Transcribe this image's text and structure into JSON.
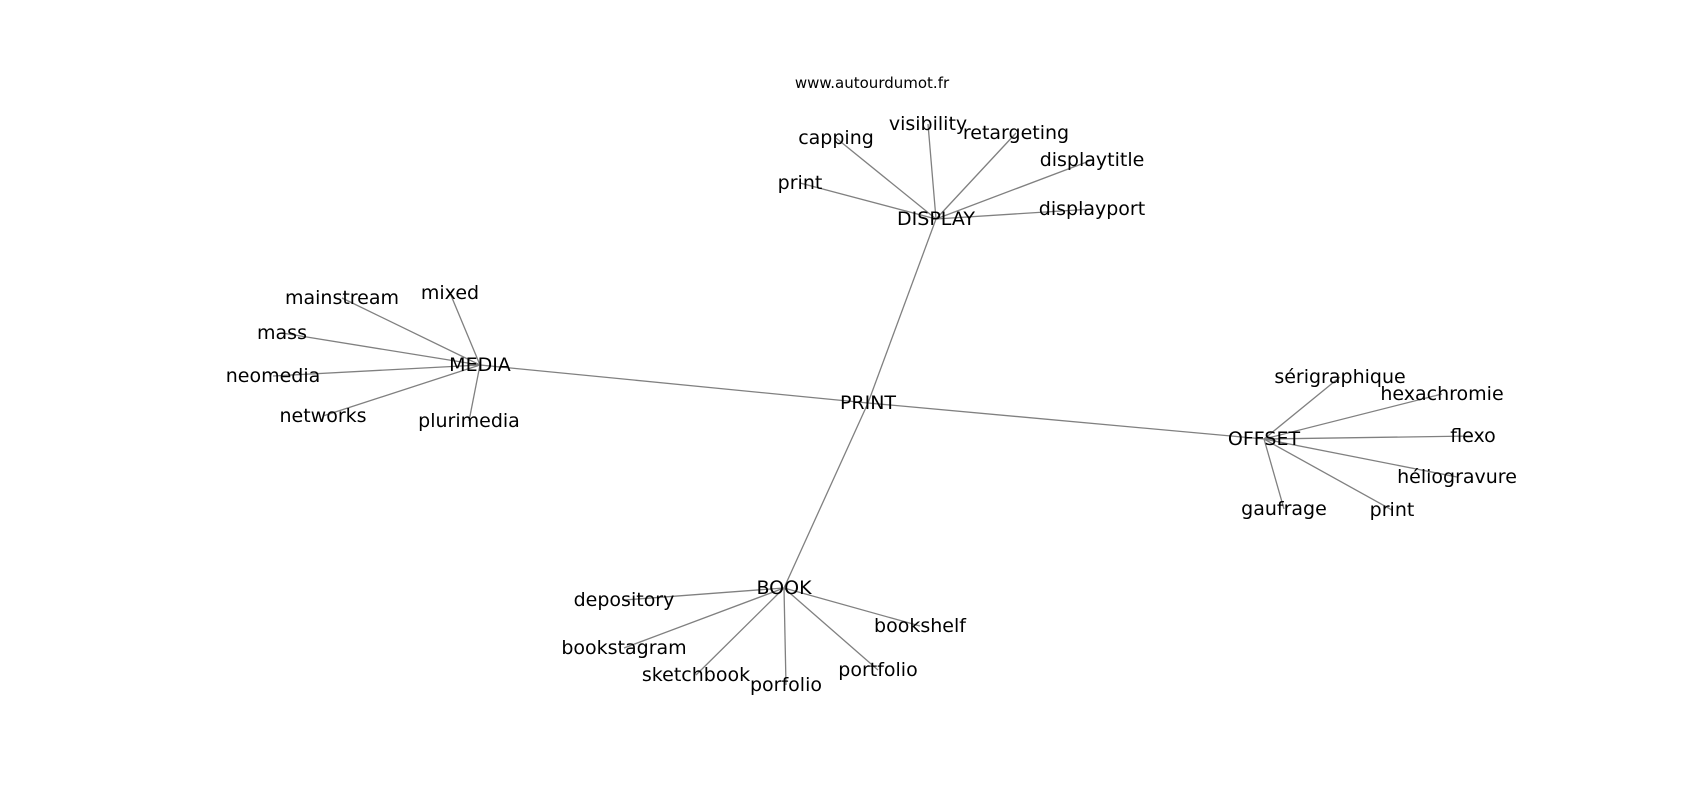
{
  "site": "www.autourdumot.fr",
  "colors": {
    "edge": "#808080",
    "text": "#000000",
    "background": "#ffffff"
  },
  "graph": {
    "root": "PRINT",
    "clusters": [
      {
        "hub": "DISPLAY",
        "leaves": [
          "print",
          "capping",
          "visibility",
          "retargeting",
          "displaytitle",
          "displayport"
        ]
      },
      {
        "hub": "MEDIA",
        "leaves": [
          "mainstream",
          "mixed",
          "mass",
          "neomedia",
          "networks",
          "plurimedia"
        ]
      },
      {
        "hub": "OFFSET",
        "leaves": [
          "sérigraphique",
          "hexachromie",
          "flexo",
          "héliogravure",
          "print",
          "gaufrage"
        ]
      },
      {
        "hub": "BOOK",
        "leaves": [
          "depository",
          "bookstagram",
          "sketchbook",
          "porfolio",
          "portfolio",
          "bookshelf"
        ]
      }
    ]
  }
}
